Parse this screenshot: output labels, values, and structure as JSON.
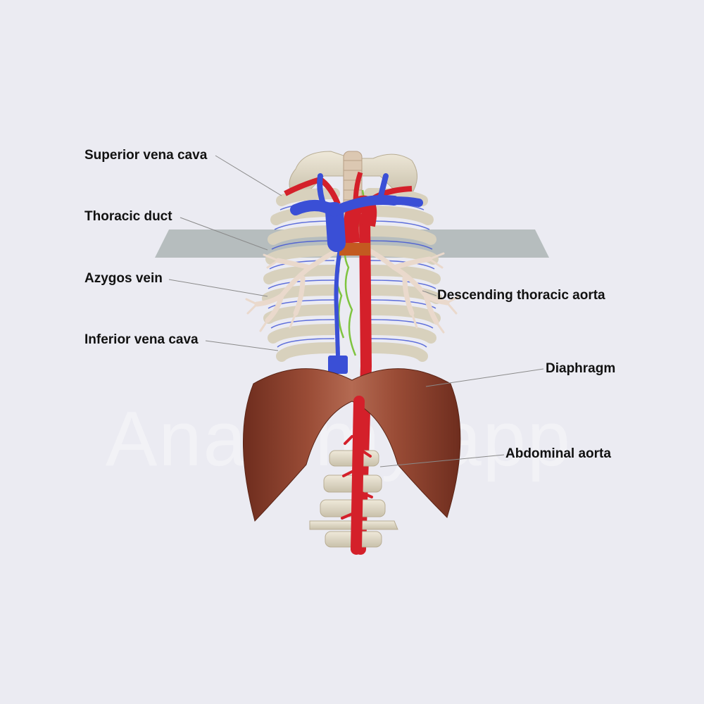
{
  "labels": {
    "superior_vena_cava": "Superior vena cava",
    "thoracic_duct": "Thoracic duct",
    "azygos_vein": "Azygos vein",
    "inferior_vena_cava": "Inferior vena cava",
    "descending_thoracic_aorta": "Descending thoracic aorta",
    "diaphragm": "Diaphragm",
    "abdominal_aorta": "Abdominal aorta"
  },
  "watermark": "Anatomy.app",
  "colors": {
    "background": "#ebebf2",
    "artery": "#d4202a",
    "vein": "#3a4fd6",
    "bone": "#e2dccb",
    "muscle": "#8b3f2c",
    "lymph": "#7fc43f",
    "plane": "#a9b1b0",
    "leader": "#8a8a8a"
  }
}
